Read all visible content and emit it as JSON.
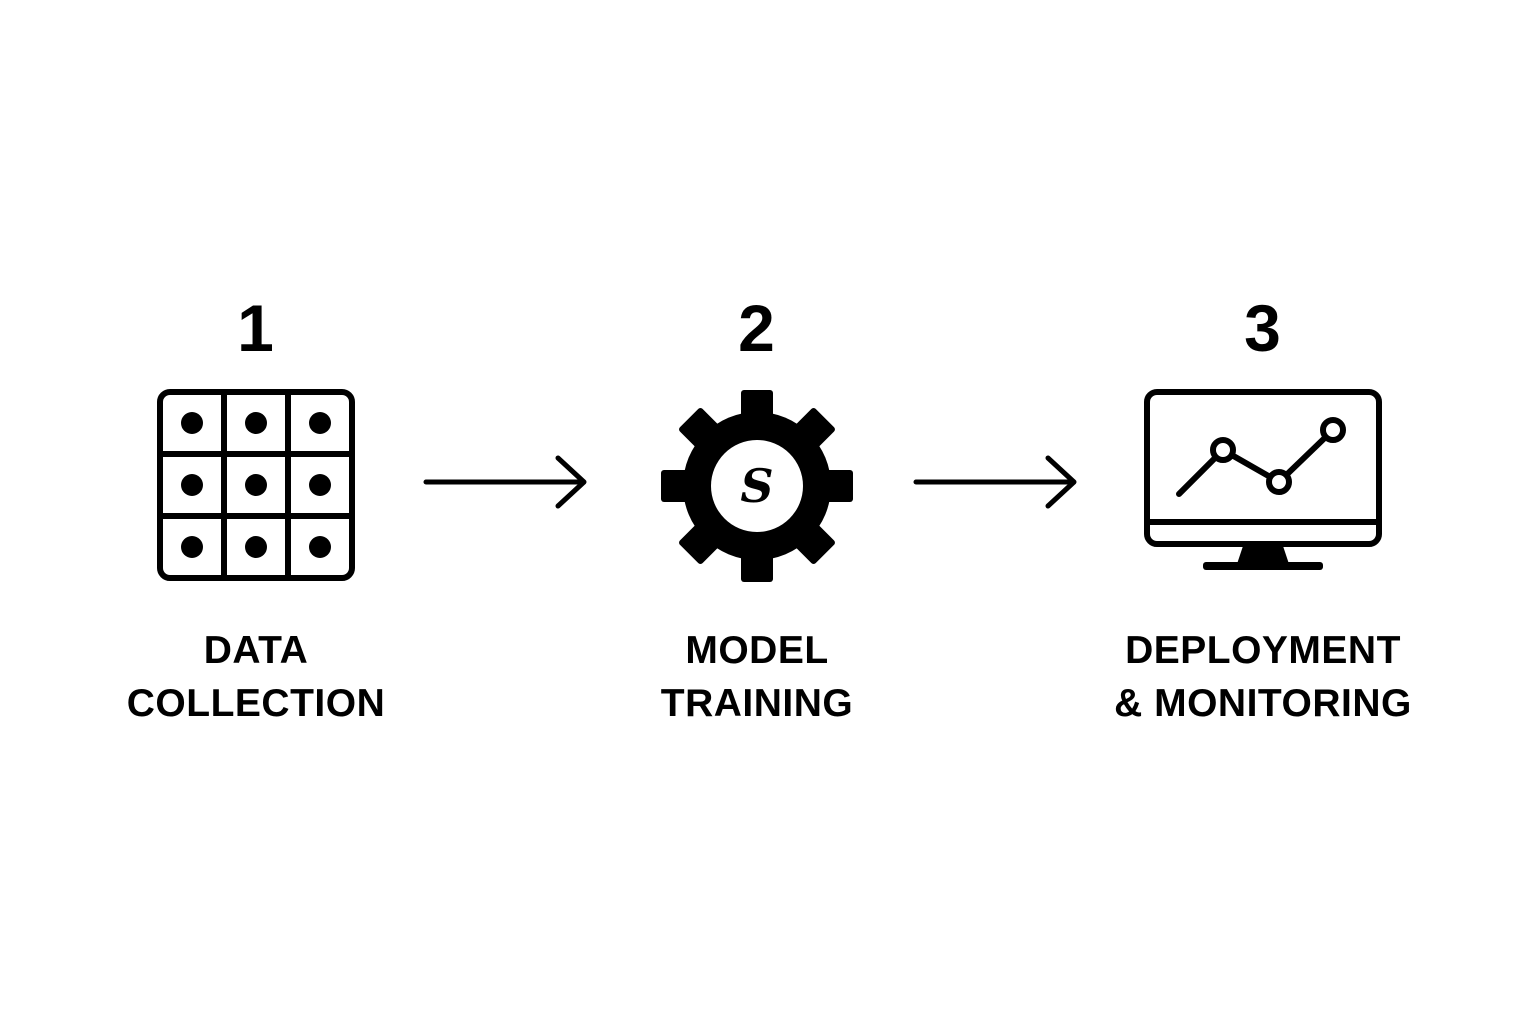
{
  "steps": [
    {
      "number": "1",
      "label_line1": "DATA",
      "label_line2": "COLLECTION",
      "icon": "data-grid-icon"
    },
    {
      "number": "2",
      "label_line1": "MODEL",
      "label_line2": "TRAINING",
      "icon": "gear-icon",
      "icon_letter": "S"
    },
    {
      "number": "3",
      "label_line1": "DEPLOYMENT",
      "label_line2": "& MONITORING",
      "icon": "monitor-chart-icon"
    }
  ],
  "arrows": [
    {
      "from": "1",
      "to": "2",
      "icon": "arrow-right-icon"
    },
    {
      "from": "2",
      "to": "3",
      "icon": "arrow-right-icon"
    }
  ],
  "colors": {
    "foreground": "#000000",
    "background": "#ffffff"
  }
}
